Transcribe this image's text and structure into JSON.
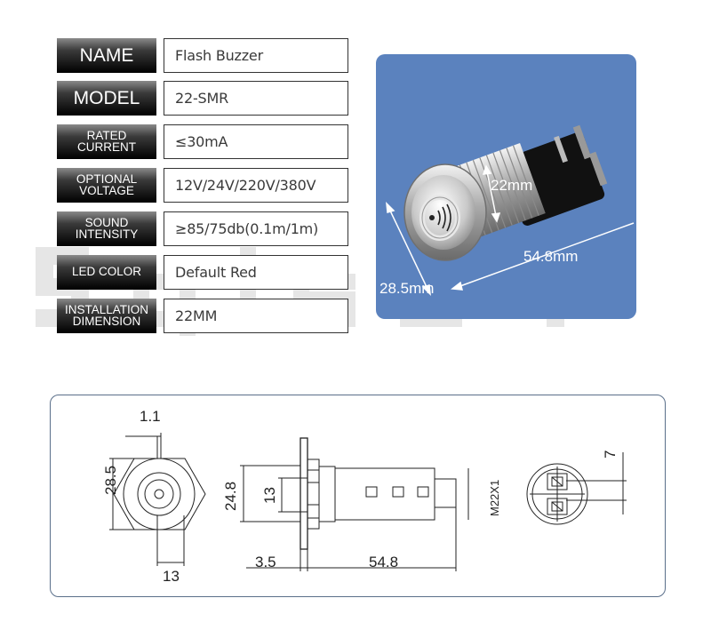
{
  "watermark": "Sqlset",
  "specs": [
    {
      "label_lines": [
        "NAME"
      ],
      "value": "Flash Buzzer"
    },
    {
      "label_lines": [
        "MODEL"
      ],
      "value": "22-SMR"
    },
    {
      "label_lines": [
        "RATED",
        "CURRENT"
      ],
      "value": "≤30mA"
    },
    {
      "label_lines": [
        "OPTIONAL",
        "VOLTAGE"
      ],
      "value": "12V/24V/220V/380V"
    },
    {
      "label_lines": [
        "SOUND",
        "INTENSITY"
      ],
      "value": "≥85/75db(0.1m/1m)"
    },
    {
      "label_lines": [
        "LED COLOR"
      ],
      "value": "Default Red"
    },
    {
      "label_lines": [
        "INSTALLATION",
        "DIMENSION"
      ],
      "value": "22MM"
    }
  ],
  "photo": {
    "dim_diameter": "22mm",
    "dim_length": "54.8mm",
    "dim_width": "28.5mm"
  },
  "drawing": {
    "front_width": "28.5",
    "front_thickness": "1.1",
    "front_inner": "13",
    "side_height": "24.8",
    "side_inner": "13",
    "side_flange": "3.5",
    "side_length": "54.8",
    "side_thread": "M22X1",
    "rear_terminal": "7"
  },
  "colors": {
    "panel_blue": "#5b82be",
    "label_black": "#000000",
    "drawing_border": "#5a6f8a"
  }
}
